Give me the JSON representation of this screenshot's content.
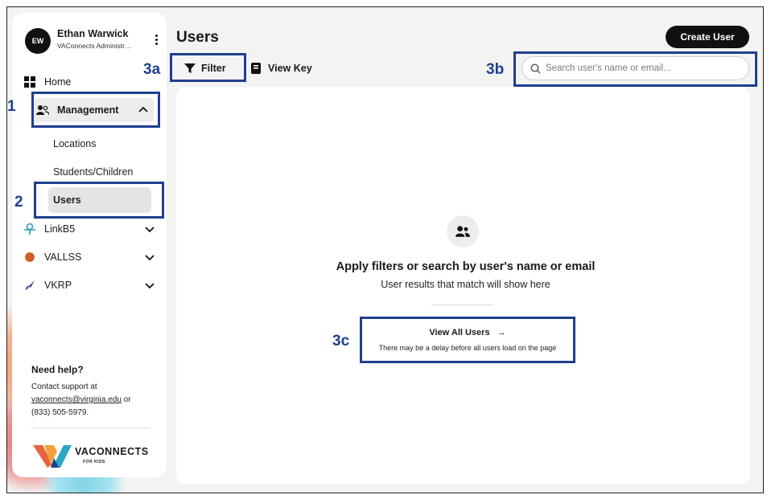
{
  "user": {
    "initials": "EW",
    "name": "Ethan Warwick",
    "role": "VAConnects Administrator"
  },
  "nav": {
    "home": "Home",
    "management": "Management",
    "sub_items": [
      "Locations",
      "Students/Children",
      "Users"
    ],
    "linkb5": "LinkB5",
    "vallss": "VALLSS",
    "vkrp": "VKRP"
  },
  "help": {
    "title": "Need help?",
    "text_prefix": "Contact support at",
    "email": "vaconnects@virginia.edu",
    "or": "or",
    "phone": "(833) 505-5979."
  },
  "logo": {
    "text": "VACONNECTS",
    "sub": "FOR KIDS"
  },
  "header": {
    "title": "Users",
    "create_button": "Create User",
    "filter_label": "Filter",
    "view_key_label": "View Key",
    "search_placeholder": "Search user's name or email..."
  },
  "empty_state": {
    "title": "Apply filters or search by user's name or email",
    "subtitle": "User results that match will show here",
    "view_all": "View All Users",
    "arrow": "→",
    "note": "There may be a delay before all users load on the page"
  },
  "annotations": {
    "s1": "1",
    "s2": "2",
    "s3a": "3a",
    "s3b": "3b",
    "s3c": "3c"
  },
  "colors": {
    "annotation": "#1f3f8f",
    "primary_button": "#111111"
  }
}
